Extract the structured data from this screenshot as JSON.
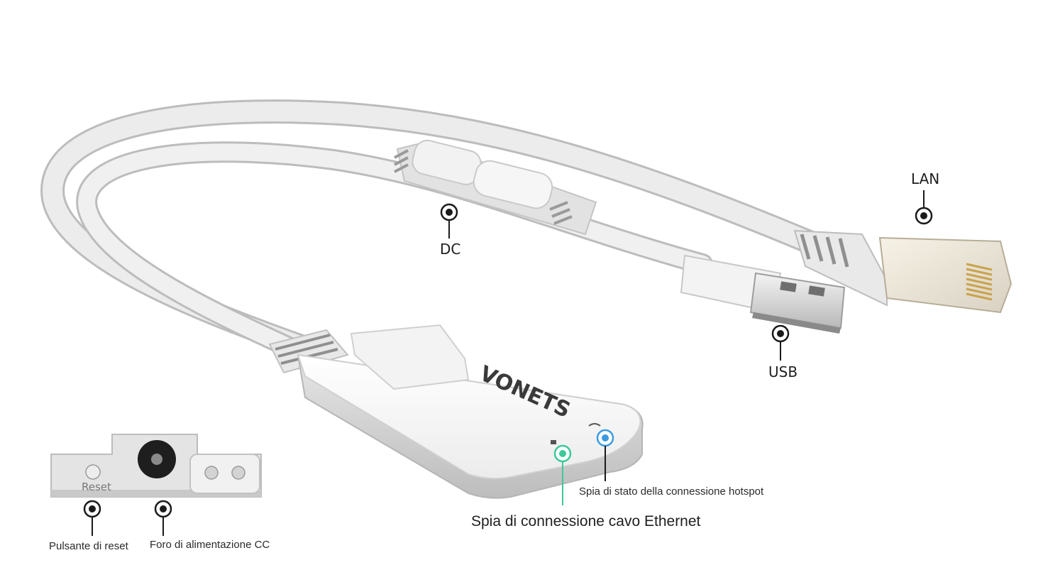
{
  "labels": {
    "dc": "DC",
    "lan": "LAN",
    "usb": "USB",
    "hotspot_led": "Spia di stato della connessione hotspot",
    "ethernet_led": "Spia di connessione cavo Ethernet",
    "reset_button": "Pulsante di reset",
    "dc_power_hole": "Foro di alimentazione CC"
  },
  "device": {
    "brand": "VONETS",
    "reset_marking": "Reset"
  },
  "colors": {
    "ethernet_led": "#3cc99a",
    "hotspot_led": "#3b9be0",
    "callout_marker": "#1a1a1a",
    "cable": "#e4e4e4"
  }
}
